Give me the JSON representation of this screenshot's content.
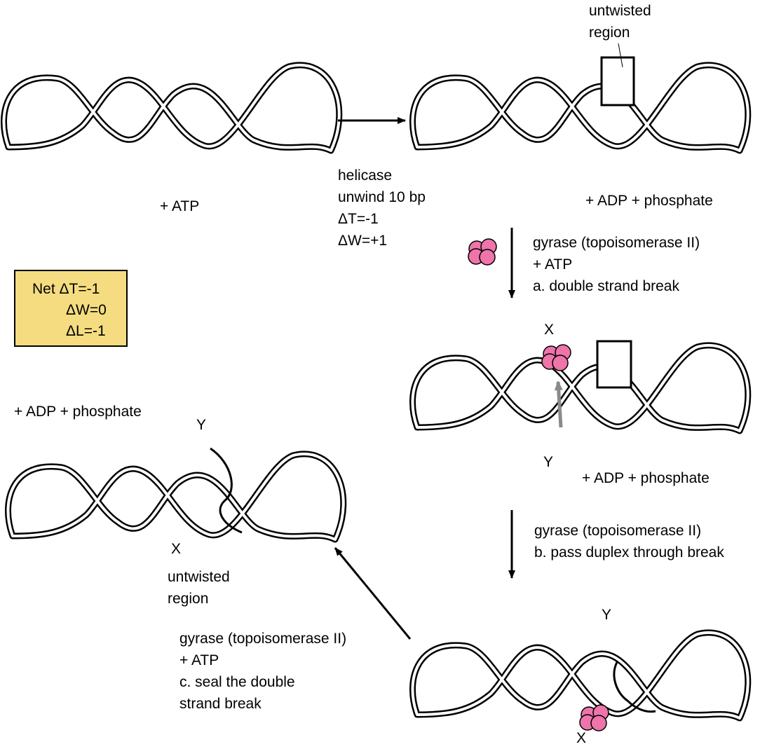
{
  "labels": {
    "untwisted_top": [
      "untwisted",
      "region"
    ],
    "plus_atp_1": "+ ATP",
    "helicase": [
      "helicase",
      "unwind 10 bp",
      "ΔT=-1",
      "ΔW=+1"
    ],
    "adp_phosphate_1": "+ ADP + phosphate",
    "gyrase_step_a": [
      "gyrase (topoisomerase II)",
      "+ ATP",
      "a. double strand break"
    ],
    "x_mid": "X",
    "y_mid": "Y",
    "adp_phosphate_2": "+ ADP + phosphate",
    "gyrase_step_b": [
      "gyrase (topoisomerase II)",
      "b. pass duplex through break"
    ],
    "adp_phosphate_3": "+ ADP + phosphate",
    "y_left": "Y",
    "x_left": "X",
    "untwisted_left": [
      "untwisted",
      "region"
    ],
    "gyrase_step_c": [
      "gyrase (topoisomerase II)",
      "+ ATP",
      "c. seal the double",
      "strand break"
    ],
    "y_bottom": "Y",
    "x_bottom": "X"
  },
  "net_box": {
    "line1": "Net ΔT=-1",
    "line2": "ΔW=0",
    "line3": "ΔL=-1"
  },
  "colors": {
    "enzyme_fill": "#ee74aa",
    "net_box_fill": "#f5dc80",
    "movement_arrow": "#8a8a8a"
  }
}
